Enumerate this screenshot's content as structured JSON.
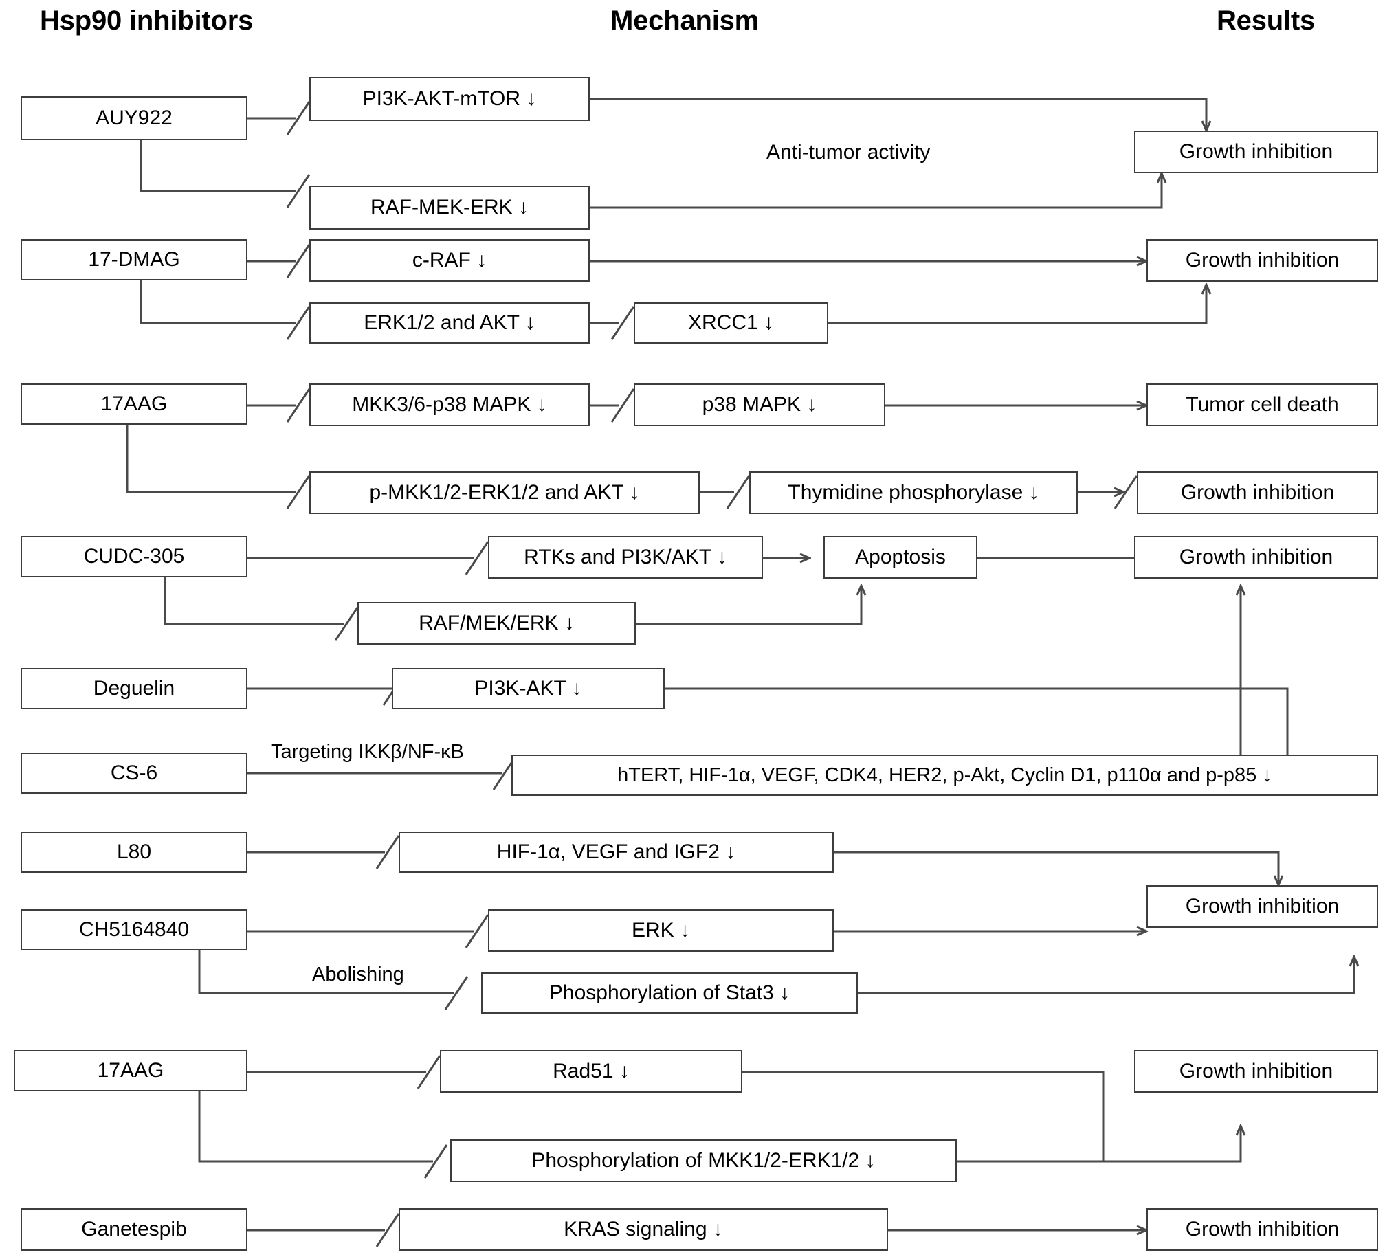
{
  "figure": {
    "type": "flow-diagram",
    "title": "Hsp90 inhibitors mechanisms and results",
    "columns": {
      "inhibitors": "Hsp90 inhibitors",
      "mechanism": "Mechanism",
      "results": "Results"
    },
    "colors": {
      "background": "#ffffff",
      "stroke": "#4a4a4a",
      "box_border": "#3d3d3d",
      "text": "#000000"
    }
  },
  "annotations": {
    "anti_tumor_activity": "Anti-tumor activity",
    "targeting_ikk": "Targeting IKKβ/NF-κB",
    "abolishing": "Abolishing"
  },
  "rows": [
    {
      "id": "auy922",
      "inhibitor": "AUY922",
      "mechanisms": [
        "PI3K-AKT-mTOR ↓",
        "RAF-MEK-ERK ↓"
      ],
      "result": "Growth inhibition"
    },
    {
      "id": "dmag17",
      "inhibitor": "17-DMAG",
      "mechanisms": [
        "c-RAF  ↓",
        "ERK1/2 and AKT  ↓",
        "XRCC1 ↓"
      ],
      "result": "Growth inhibition"
    },
    {
      "id": "aag17-a",
      "inhibitor": "17AAG",
      "mechanisms": [
        "MKK3/6-p38 MAPK ↓",
        "p38 MAPK  ↓",
        "p-MKK1/2-ERK1/2 and AKT ↓",
        "Thymidine phosphorylase  ↓"
      ],
      "results": [
        "Tumor cell death",
        "Growth inhibition"
      ]
    },
    {
      "id": "cudc305",
      "inhibitor": "CUDC-305",
      "mechanisms": [
        "RTKs and PI3K/AKT  ↓",
        "RAF/MEK/ERK  ↓",
        "Apoptosis"
      ],
      "result": "Growth inhibition"
    },
    {
      "id": "deguelin",
      "inhibitor": "Deguelin",
      "mechanisms": [
        "PI3K-AKT ↓"
      ]
    },
    {
      "id": "cs6",
      "inhibitor": "CS-6",
      "mechanisms": [
        "hTERT, HIF-1α, VEGF, CDK4, HER2, p-Akt, Cyclin D1, p110α and p-p85 ↓"
      ],
      "edge_label": "Targeting IKKβ/NF-κB"
    },
    {
      "id": "l80",
      "inhibitor": "L80",
      "mechanisms": [
        "HIF-1α, VEGF and IGF2  ↓"
      ],
      "result": "Growth inhibition"
    },
    {
      "id": "ch5164840",
      "inhibitor": "CH5164840",
      "mechanisms": [
        "ERK  ↓",
        "Phosphorylation of Stat3  ↓"
      ],
      "edge_label": "Abolishing"
    },
    {
      "id": "aag17-b",
      "inhibitor": "17AAG",
      "mechanisms": [
        "Rad51 ↓",
        "Phosphorylation of MKK1/2-ERK1/2 ↓"
      ],
      "result": "Growth inhibition"
    },
    {
      "id": "ganetespib",
      "inhibitor": "Ganetespib",
      "mechanisms": [
        "KRAS signaling  ↓"
      ],
      "result": "Growth inhibition"
    }
  ]
}
